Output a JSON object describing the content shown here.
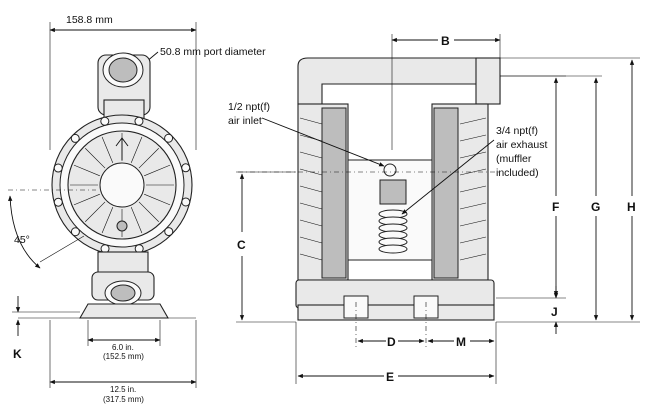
{
  "front_view": {
    "width_top": "158.8 mm",
    "port_note": "50.8 mm port diameter",
    "angle": "45°",
    "k_label": "K",
    "mount_width_in": "6.0 in.",
    "mount_width_mm": "(152.5 mm)",
    "overall_width_in": "12.5 in.",
    "overall_width_mm": "(317.5 mm)"
  },
  "side_view": {
    "b_label": "B",
    "air_inlet_line1": "1/2 npt(f)",
    "air_inlet_line2": "air inlet",
    "exhaust_line1": "3/4 npt(f)",
    "exhaust_line2": "air exhaust",
    "exhaust_line3": "(muffler",
    "exhaust_line4": "included)",
    "c_label": "C",
    "d_label": "D",
    "m_label": "M",
    "e_label": "E",
    "f_label": "F",
    "g_label": "G",
    "h_label": "H",
    "j_label": "J"
  },
  "colors": {
    "line": "#111111",
    "body_fill": "#e9e9e9",
    "shade": "#bdbdbd"
  }
}
